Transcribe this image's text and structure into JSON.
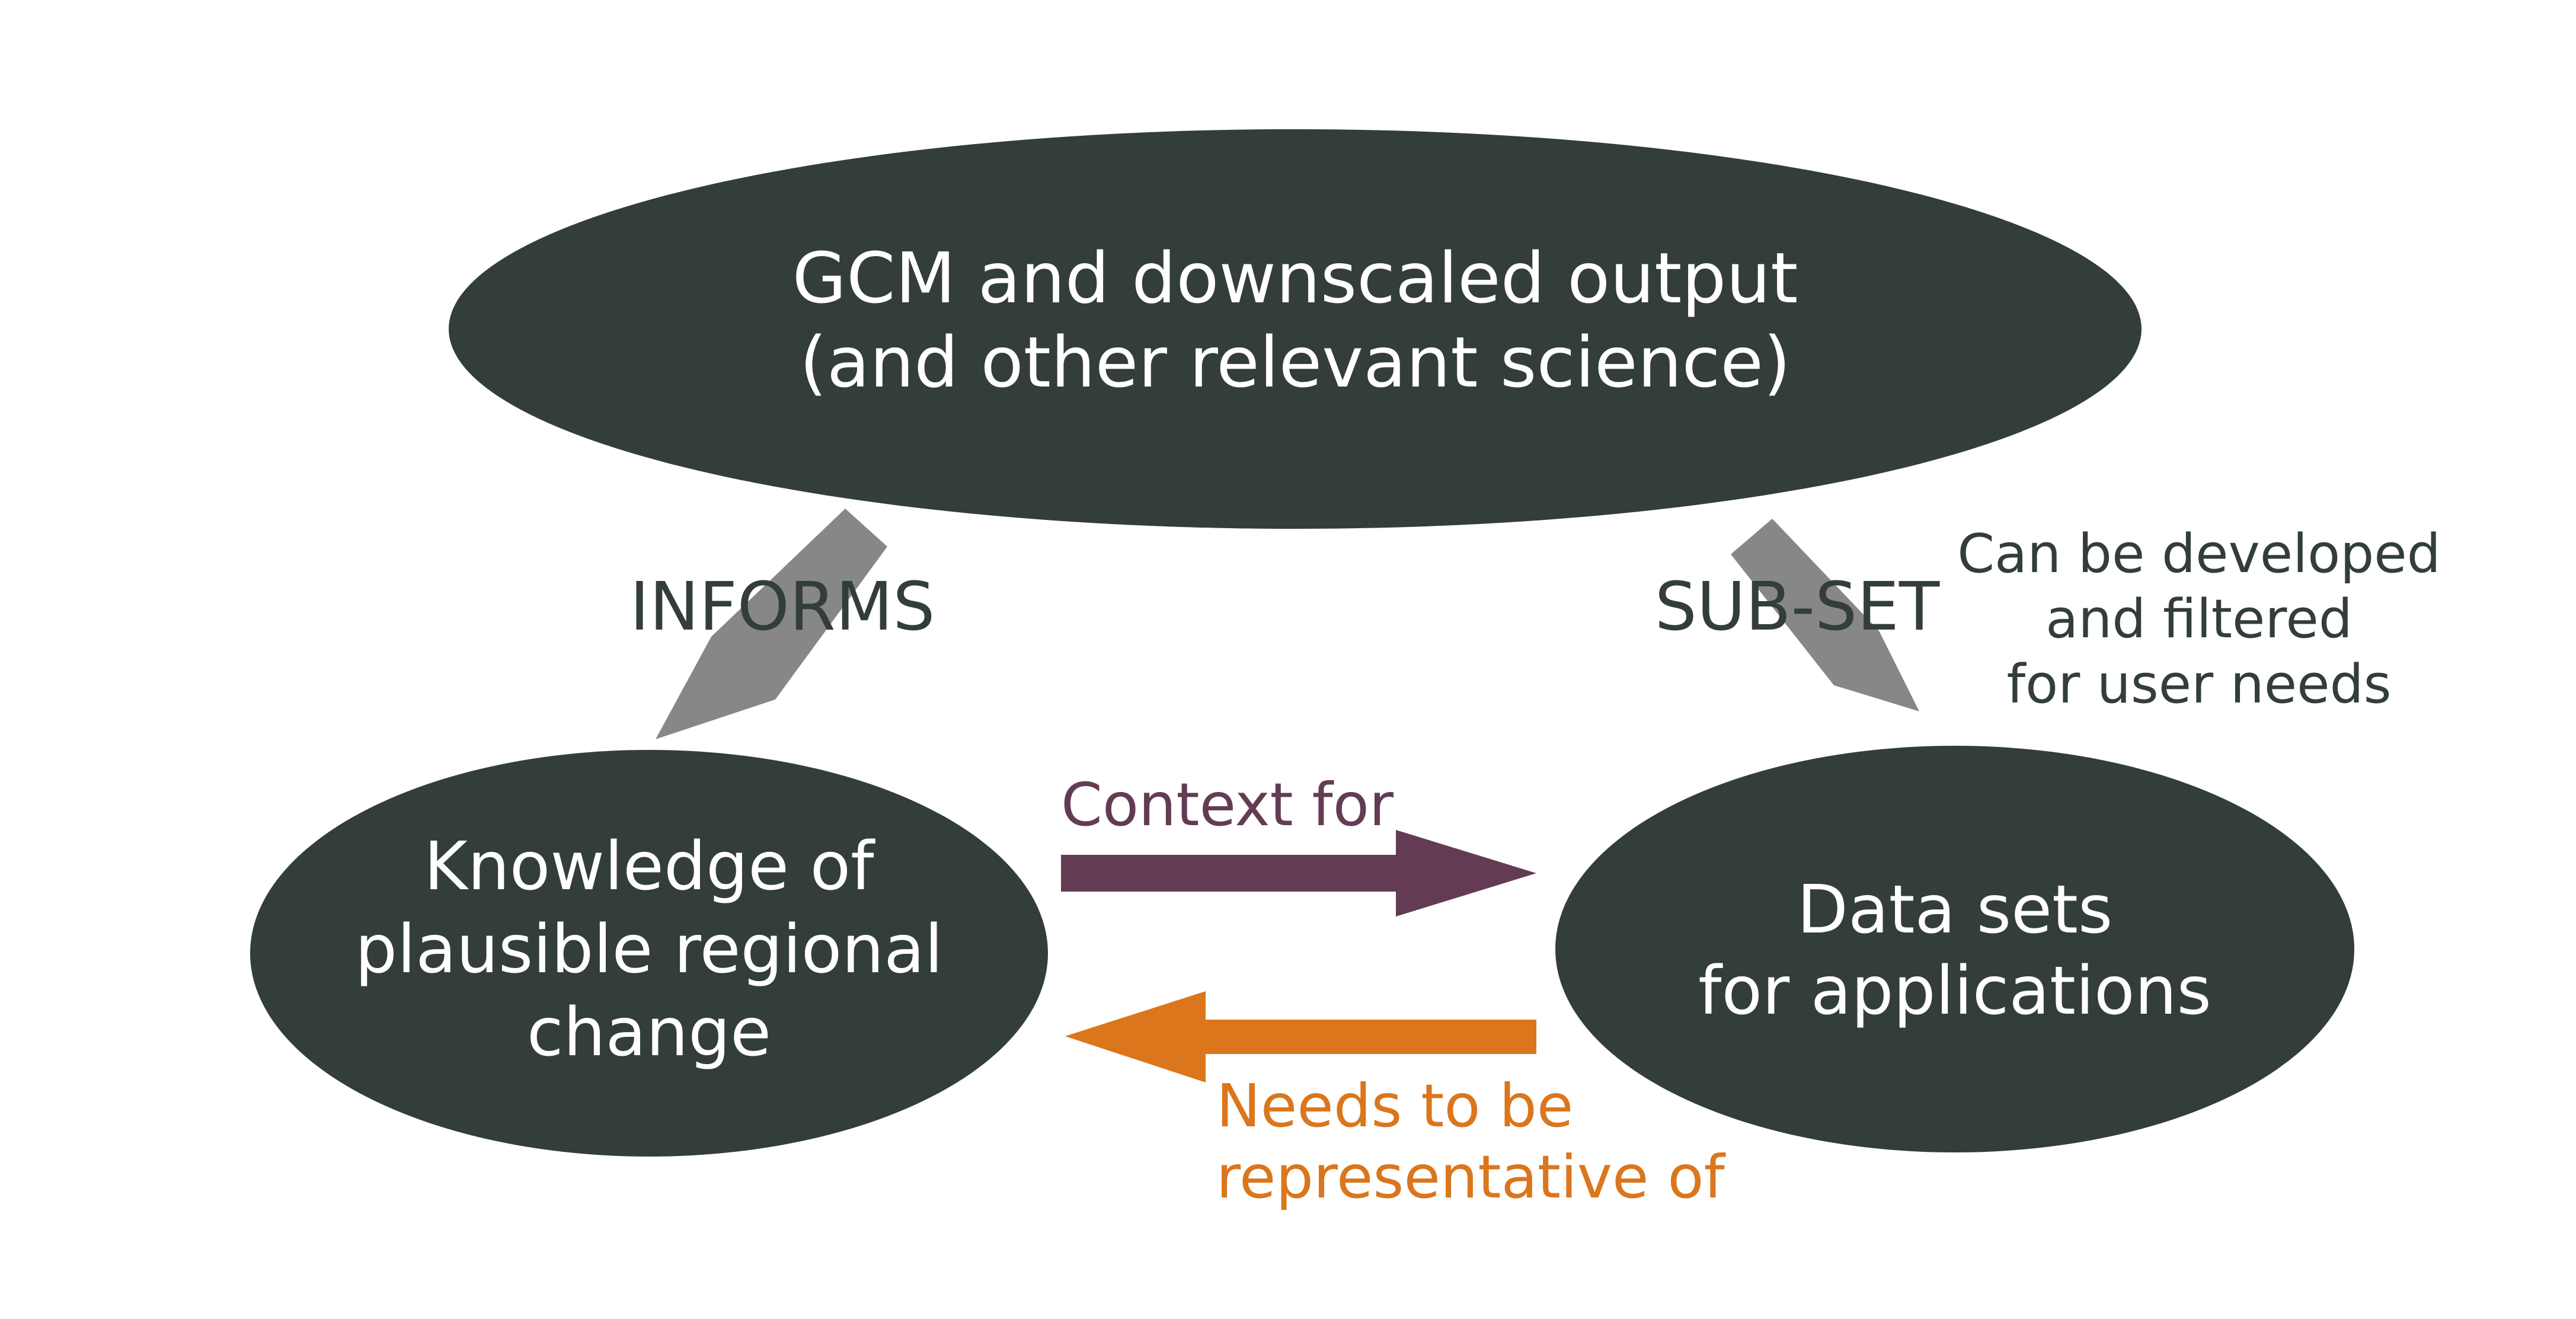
{
  "nodes": {
    "gcm": {
      "line1": "GCM and downscaled output",
      "line2": "(and other relevant science)"
    },
    "knowledge": {
      "line1": "Knowledge of",
      "line2": "plausible regional",
      "line3": "change"
    },
    "datasets": {
      "line1": "Data sets",
      "line2": "for applications"
    }
  },
  "edges": {
    "informs": "INFORMS",
    "subset": "SUB-SET",
    "context_for": "Context for",
    "needs_line1": "Needs to be",
    "needs_line2": "representative of"
  },
  "annotation": {
    "line1": "Can be developed",
    "line2": "and filtered",
    "line3": "for user needs"
  },
  "colors": {
    "node_fill": "#323e37",
    "grey_arrow": "#868786",
    "context_arrow": "#633c53",
    "needs_arrow": "#db761c",
    "dark_text": "#323e37"
  }
}
